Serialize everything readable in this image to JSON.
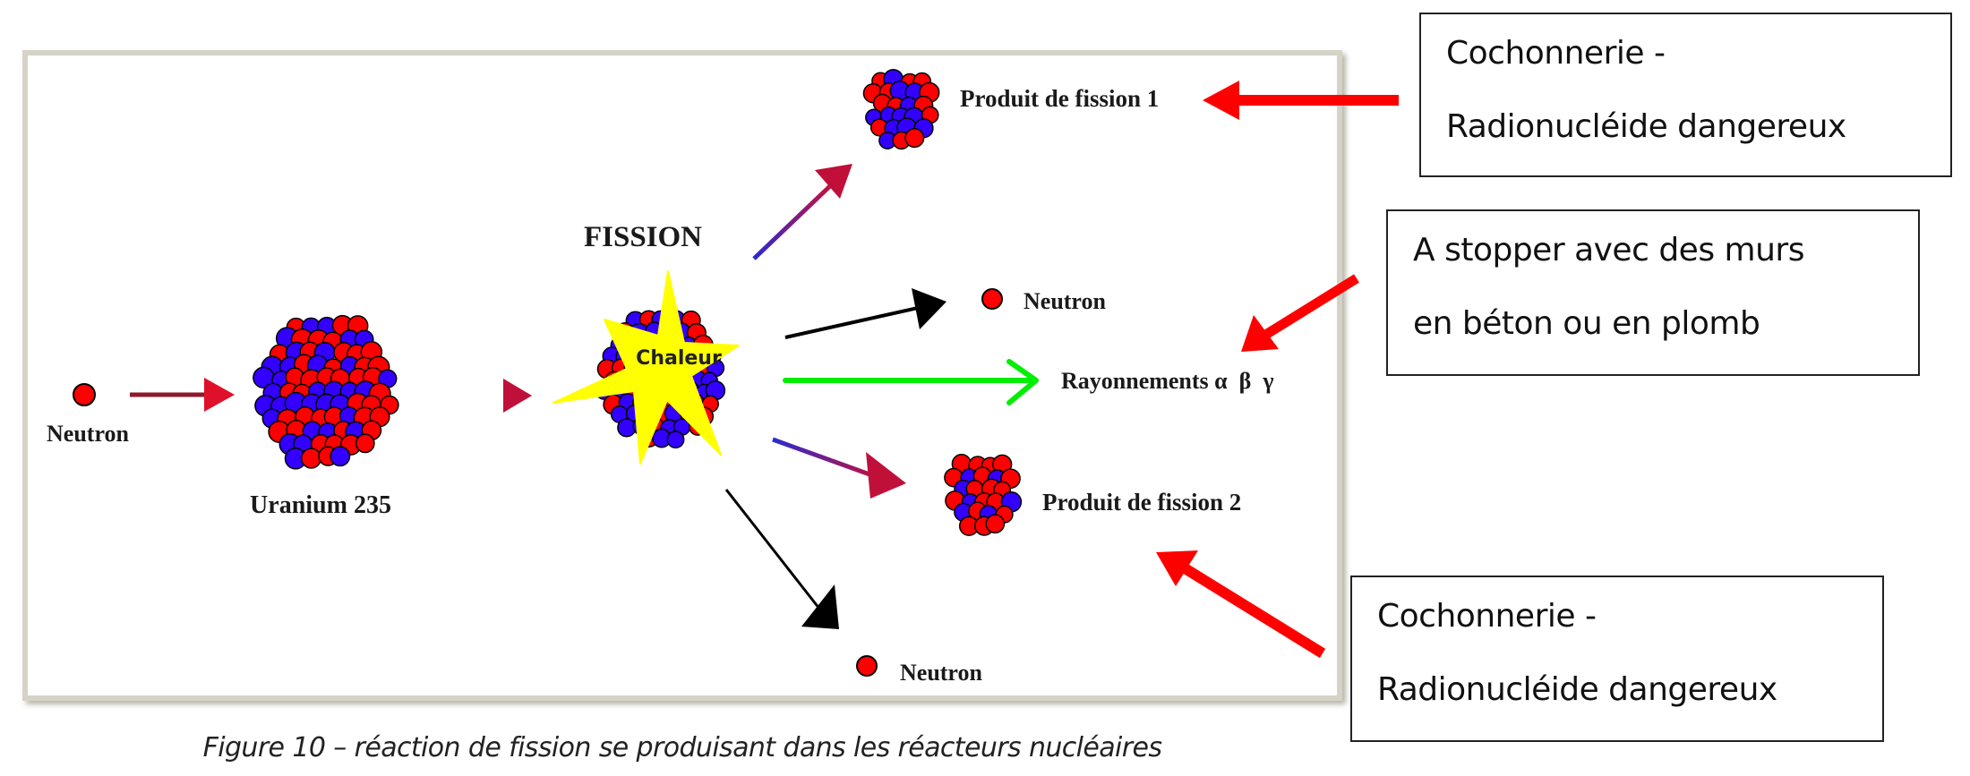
{
  "figure": {
    "labels": {
      "neutron_in": "Neutron",
      "uranium": "Uranium 235",
      "fission": "FISSION",
      "heat": "Chaleur",
      "product1": "Produit de fission 1",
      "neutron_out1": "Neutron",
      "radiation": "Rayonnements α  β  γ",
      "product2": "Produit de fission 2",
      "neutron_out2": "Neutron"
    },
    "colors": {
      "proton": "#ff0000",
      "neutron_particle": "#3300ff",
      "heat_star": "#ffff00",
      "radiation_arrow": "#00ee00",
      "neutron_arrow": "#000000",
      "annotation_arrow": "#ff0000",
      "frame": "#d6d2c6"
    }
  },
  "annotations": [
    {
      "lines": [
        "Cochonnerie -",
        "Radionucléide dangereux"
      ],
      "points_to": "product1"
    },
    {
      "lines": [
        "A stopper avec des murs",
        "en béton ou en plomb"
      ],
      "points_to": "radiation"
    },
    {
      "lines": [
        "Cochonnerie -",
        "Radionucléide dangereux"
      ],
      "points_to": "product2"
    }
  ],
  "caption": "Figure 10 – réaction de fission se produisant dans les réacteurs nucléaires"
}
